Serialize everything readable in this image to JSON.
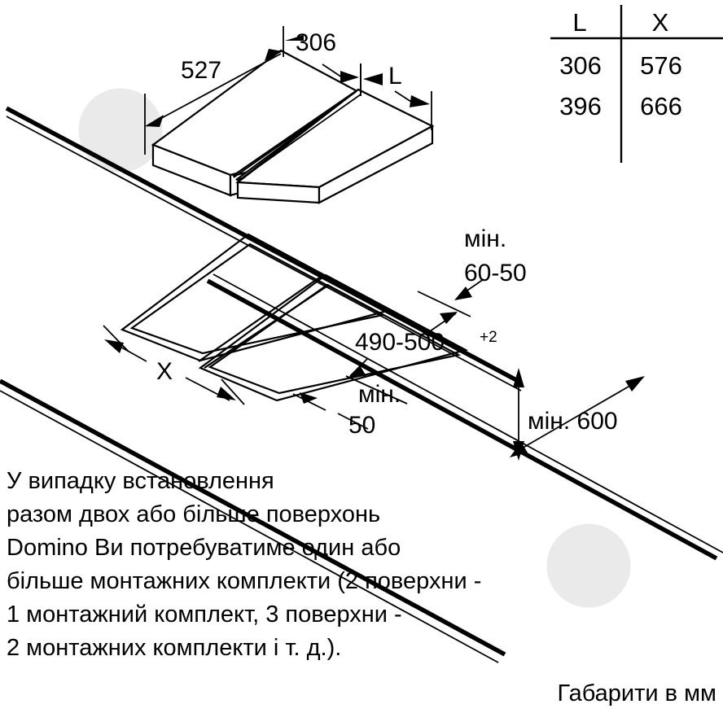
{
  "document": {
    "type": "installation-dimension-diagram",
    "units_caption": "Габарити в мм",
    "background_color": "#ffffff",
    "line_color": "#000000",
    "watermark_color": "#eaeaea"
  },
  "table": {
    "headers": [
      "L",
      "X"
    ],
    "rows": [
      [
        "306",
        "576"
      ],
      [
        "396",
        "666"
      ]
    ]
  },
  "top_diagram": {
    "name": "two-domino-cooktops-isometric",
    "dimensions": {
      "depth": "527",
      "width_first": "306",
      "width_second": "L"
    }
  },
  "middle_diagram": {
    "name": "worktop-cutout-isometric",
    "dimensions": {
      "cutout_width": "X",
      "cutout_depth": "490-500",
      "cutout_depth_tolerance": "+2",
      "min_rear": "мін.",
      "min_rear_value": "60-50",
      "min_front": "мін.",
      "min_front_value": "50",
      "min_worktop_depth": "мін. 600"
    }
  },
  "note": {
    "lines": [
      "У випадку встановлення",
      "разом двох або більше поверхонь",
      "Domino Ви потребуватиме один або",
      "більше монтажних комплекти (2 поверхни -",
      "1 монтажний комплект, 3 поверхни -",
      "2 монтажних комплекти і т. д.)."
    ]
  }
}
